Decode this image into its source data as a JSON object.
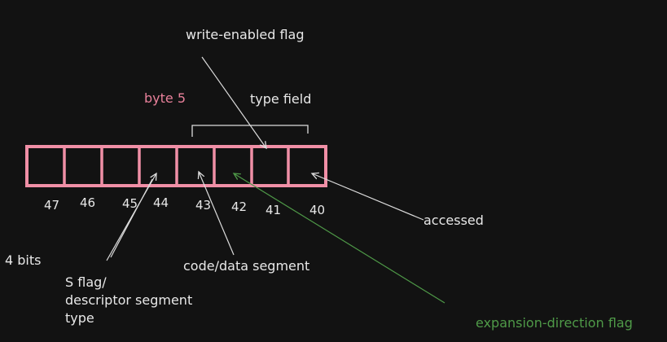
{
  "diagram": {
    "colors": {
      "background": "#121212",
      "text": "#e8e8e8",
      "line": "#dcdcdc",
      "box": "#f08fa6",
      "byte_label": "#e8809a",
      "green": "#4f9a48"
    },
    "labels": {
      "write_enabled": "write-enabled flag",
      "byte": "byte 5",
      "type_field": "type field",
      "accessed": "accessed",
      "four_bits": "4 bits",
      "code_data": "code/data segment",
      "s_flag_line1": "S flag/",
      "s_flag_line2": "descriptor segment",
      "s_flag_line3": "type",
      "expansion": "expansion-direction flag"
    },
    "bits": [
      "47",
      "46",
      "45",
      "44",
      "43",
      "42",
      "41",
      "40"
    ]
  }
}
